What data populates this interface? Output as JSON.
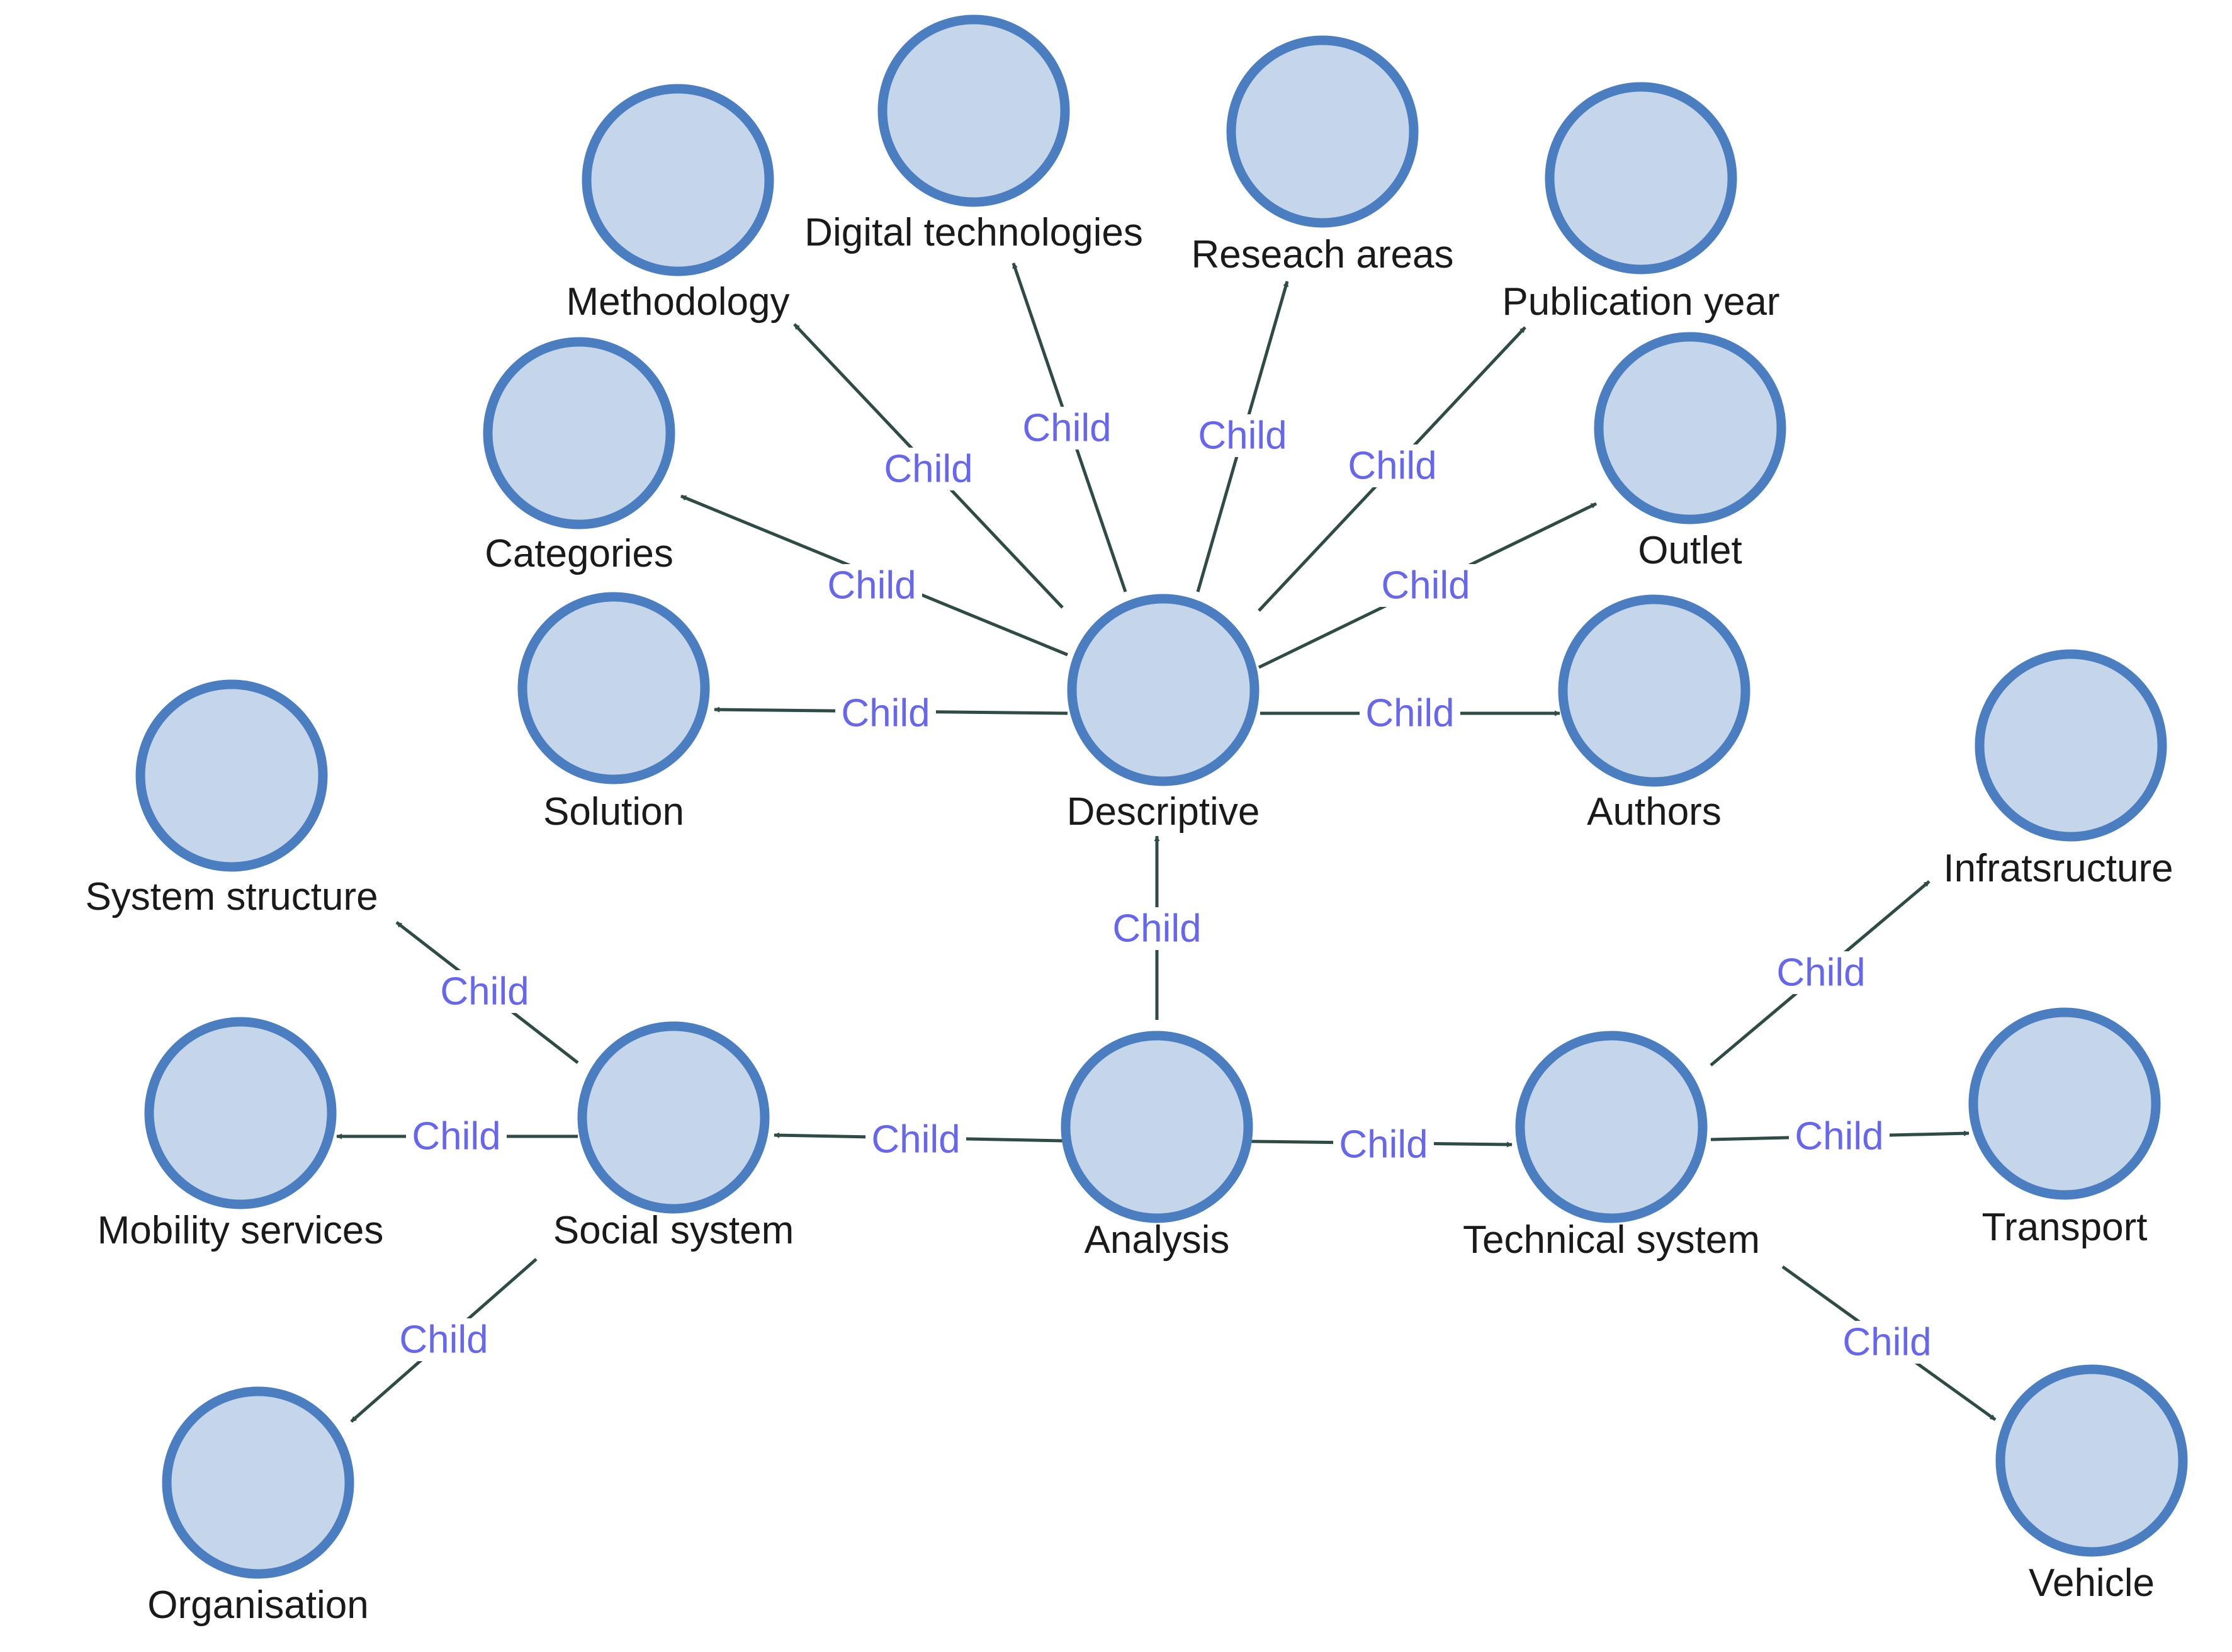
{
  "diagram": {
    "type": "concept-graph",
    "edge_label": "Child",
    "colors": {
      "node_fill": "#c6d6ea",
      "node_stroke": "#4b7ec0",
      "edge": "#2f4b45",
      "edge_label": "#6666ee",
      "node_text": "#1a1a1a"
    },
    "nodes": [
      {
        "id": "analysis",
        "label": "Analysis"
      },
      {
        "id": "descriptive",
        "label": "Descriptive"
      },
      {
        "id": "social",
        "label": "Social system"
      },
      {
        "id": "technical",
        "label": "Technical system"
      },
      {
        "id": "solution",
        "label": "Solution"
      },
      {
        "id": "categories",
        "label": "Categories"
      },
      {
        "id": "methodology",
        "label": "Methodology"
      },
      {
        "id": "digital",
        "label": "Digital technologies"
      },
      {
        "id": "research",
        "label": "Reseach areas"
      },
      {
        "id": "pubyear",
        "label": "Publication year"
      },
      {
        "id": "outlet",
        "label": "Outlet"
      },
      {
        "id": "authors",
        "label": "Authors"
      },
      {
        "id": "sysstruct",
        "label": "System structure"
      },
      {
        "id": "mobility",
        "label": "Mobility services"
      },
      {
        "id": "organisation",
        "label": "Organisation"
      },
      {
        "id": "infra",
        "label": "Infratsructure"
      },
      {
        "id": "transport",
        "label": "Transport"
      },
      {
        "id": "vehicle",
        "label": "Vehicle"
      }
    ],
    "edges": [
      {
        "from": "analysis",
        "to": "descriptive",
        "label": "Child"
      },
      {
        "from": "analysis",
        "to": "social",
        "label": "Child"
      },
      {
        "from": "analysis",
        "to": "technical",
        "label": "Child"
      },
      {
        "from": "descriptive",
        "to": "solution",
        "label": "Child"
      },
      {
        "from": "descriptive",
        "to": "categories",
        "label": "Child"
      },
      {
        "from": "descriptive",
        "to": "methodology",
        "label": "Child"
      },
      {
        "from": "descriptive",
        "to": "digital",
        "label": "Child"
      },
      {
        "from": "descriptive",
        "to": "research",
        "label": "Child"
      },
      {
        "from": "descriptive",
        "to": "pubyear",
        "label": "Child"
      },
      {
        "from": "descriptive",
        "to": "outlet",
        "label": "Child"
      },
      {
        "from": "descriptive",
        "to": "authors",
        "label": "Child"
      },
      {
        "from": "social",
        "to": "sysstruct",
        "label": "Child"
      },
      {
        "from": "social",
        "to": "mobility",
        "label": "Child"
      },
      {
        "from": "social",
        "to": "organisation",
        "label": "Child"
      },
      {
        "from": "technical",
        "to": "infra",
        "label": "Child"
      },
      {
        "from": "technical",
        "to": "transport",
        "label": "Child"
      },
      {
        "from": "technical",
        "to": "vehicle",
        "label": "Child"
      }
    ]
  }
}
